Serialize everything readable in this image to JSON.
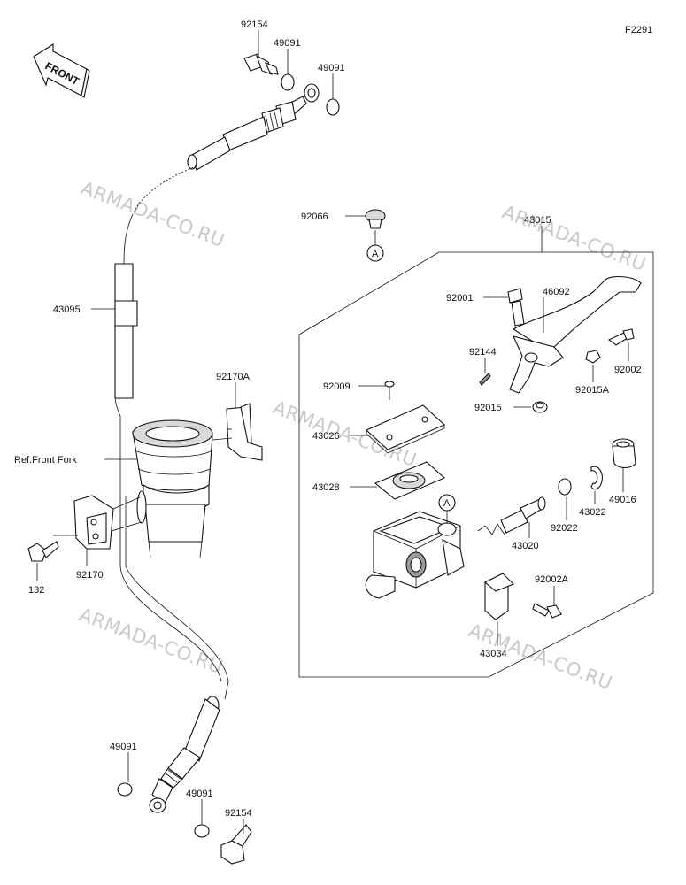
{
  "diagram_code": "F2291",
  "front_label": "FRONT",
  "ref_label": "Ref.Front Fork",
  "ref_marker": "A",
  "watermark": "ARMADA-CO.RU",
  "parts": {
    "p92154_top": "92154",
    "p49091_top_a": "49091",
    "p49091_top_b": "49091",
    "p43095": "43095",
    "p92170A": "92170A",
    "p92170": "92170",
    "p132": "132",
    "p49091_bot_a": "49091",
    "p49091_bot_b": "49091",
    "p92154_bot": "92154",
    "p92066": "92066",
    "p43015": "43015",
    "p92001": "92001",
    "p46092": "46092",
    "p92144": "92144",
    "p92002": "92002",
    "p92015A": "92015A",
    "p92015": "92015",
    "p92009": "92009",
    "p43026": "43026",
    "p43028": "43028",
    "p49016": "49016",
    "p43022": "43022",
    "p92022": "92022",
    "p43020": "43020",
    "p92002A": "92002A",
    "p43034": "43034"
  }
}
